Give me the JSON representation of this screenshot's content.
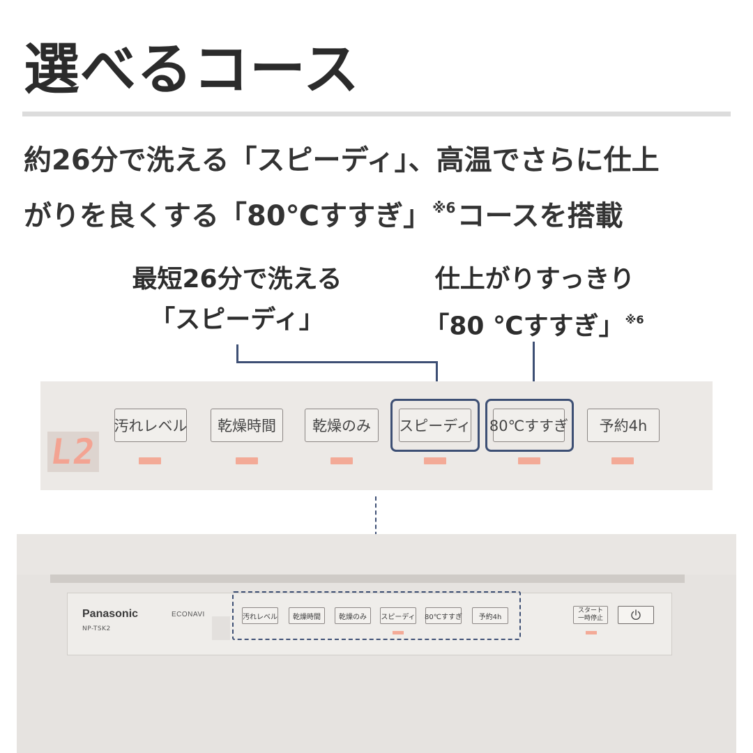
{
  "heading": {
    "title": "選べるコース"
  },
  "description": {
    "line1": "約26分で洗える「スピーディ」、高温でさらに仕上",
    "line2_before": "がりを良くする「80℃すすぎ」",
    "line2_note": "※6",
    "line2_after": "コースを搭載"
  },
  "callouts": {
    "speedy": {
      "line1": "最短26分で洗える",
      "line2": "「スピーディ」"
    },
    "rinse": {
      "line1": "仕上がりすっきり",
      "line2": "「80 ℃すすぎ」",
      "note": "※6"
    }
  },
  "panel_zoom": {
    "display_text": "L2",
    "buttons": [
      {
        "label": "汚れレベル"
      },
      {
        "label": "乾燥時間"
      },
      {
        "label": "乾燥のみ"
      },
      {
        "label": "スピーディ"
      },
      {
        "label": "80℃すすぎ"
      },
      {
        "label": "予約4h"
      }
    ]
  },
  "appliance": {
    "brand": "Panasonic",
    "model": "NP-TSK2",
    "econavi": "ECONAVI",
    "buttons": [
      {
        "label": "汚れレベル"
      },
      {
        "label": "乾燥時間"
      },
      {
        "label": "乾燥のみ"
      },
      {
        "label": "スピーディ"
      },
      {
        "label": "80℃すすぎ"
      },
      {
        "label": "予約4h"
      }
    ],
    "start_line1": "スタート",
    "start_line2": "一時停止",
    "power_icon": "power-icon"
  },
  "colors": {
    "accent": "#3d4f74",
    "led": "#f3aa97",
    "panel": "#ece9e6",
    "text": "#2b2b2b"
  }
}
